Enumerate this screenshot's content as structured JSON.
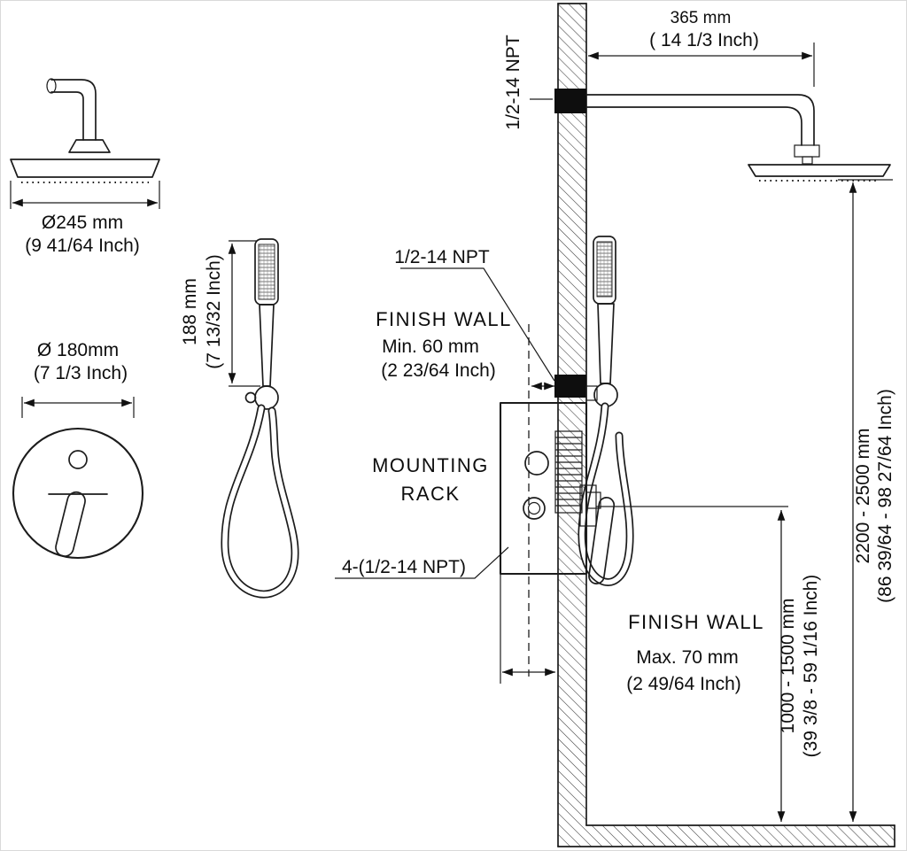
{
  "figure": {
    "type": "technical-diagram",
    "subject": "Shower system installation dimension drawing",
    "line_color": "#1c1c1c",
    "background": "#ffffff"
  },
  "rain_head_view": {
    "dia_mm": "Ø245 mm",
    "dia_inch": "(9 41/64 Inch)"
  },
  "hand_shower_view": {
    "len_mm": "188 mm",
    "len_inch": "(7 13/32 Inch)"
  },
  "valve_view": {
    "dia_mm": "Ø 180mm",
    "dia_inch": "(7 1/3 Inch)"
  },
  "install_view": {
    "arm_len_mm": "365 mm",
    "arm_len_inch": "( 14 1/3 Inch)",
    "arm_npt": "1/2-14 NPT",
    "valve_npt": "1/2-14 NPT",
    "finish_wall_min": {
      "title": "FINISH  WALL",
      "value": "Min. 60 mm",
      "inch": "(2 23/64 Inch)"
    },
    "mounting_rack": {
      "line1": "MOUNTING",
      "line2": "RACK"
    },
    "ports_npt": "4-(1/2-14 NPT)",
    "finish_wall_max": {
      "title": "FINISH  WALL",
      "value": "Max. 70 mm",
      "inch": "(2 49/64 Inch)"
    },
    "height_overall_mm": "2200 - 2500 mm",
    "height_overall_inch": "(86 39/64 - 98 27/64 Inch)",
    "height_valve_mm": "1000 - 1500 mm",
    "height_valve_inch": "(39 3/8 - 59 1/16 Inch)"
  }
}
